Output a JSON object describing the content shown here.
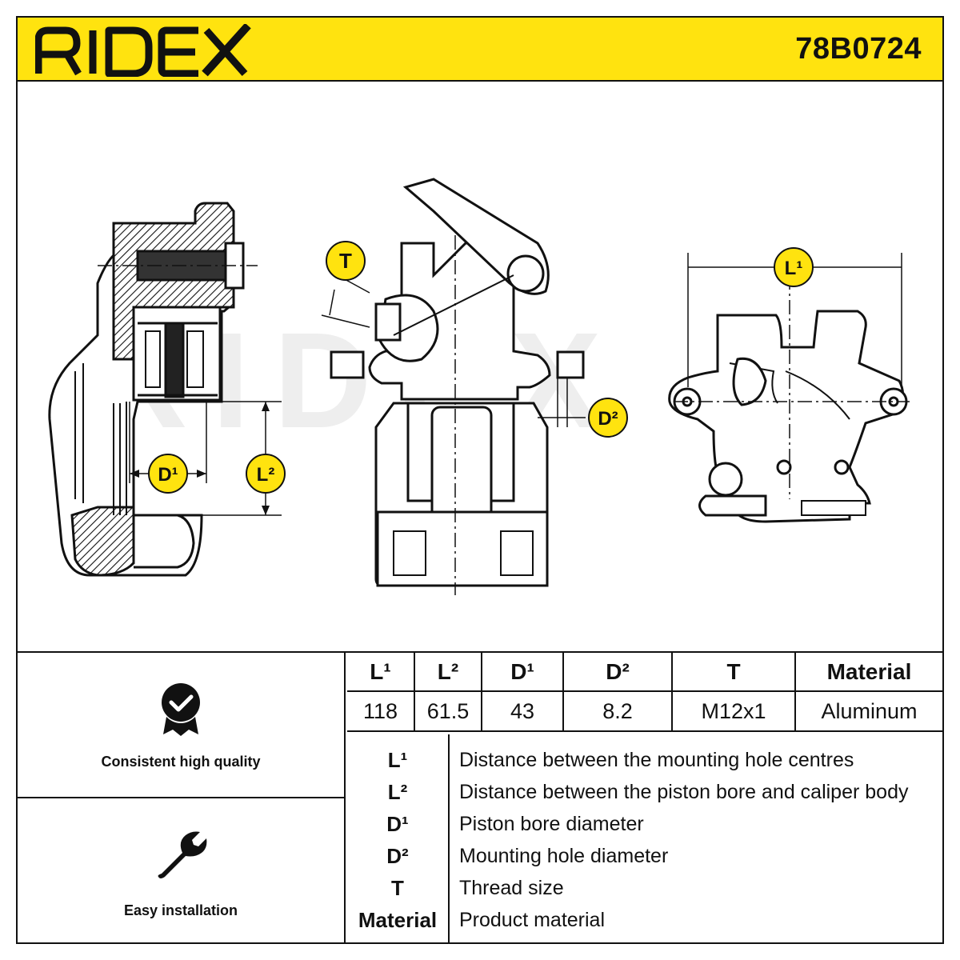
{
  "header": {
    "brand": "RIDEX",
    "part_number": "78B0724",
    "colors": {
      "accent": "#ffe30f",
      "ink": "#111111"
    }
  },
  "drawing": {
    "watermark": "RIDEX",
    "callouts": {
      "T": "T",
      "L1": "L¹",
      "L2": "L²",
      "D1": "D¹",
      "D2": "D²"
    }
  },
  "features": [
    {
      "icon": "quality-badge-icon",
      "label": "Consistent high quality"
    },
    {
      "icon": "wrench-icon",
      "label": "Easy installation"
    }
  ],
  "spec_table": {
    "headers": [
      "L¹",
      "L²",
      "D¹",
      "D²",
      "T",
      "Material"
    ],
    "values": [
      "118",
      "61.5",
      "43",
      "8.2",
      "M12x1",
      "Aluminum"
    ]
  },
  "legend": [
    {
      "key": "L¹",
      "desc": "Distance between the mounting hole centres"
    },
    {
      "key": "L²",
      "desc": "Distance between the piston bore and caliper body"
    },
    {
      "key": "D¹",
      "desc": "Piston bore diameter"
    },
    {
      "key": "D²",
      "desc": "Mounting hole diameter"
    },
    {
      "key": "T",
      "desc": "Thread size"
    },
    {
      "key": "Material",
      "desc": "Product material"
    }
  ]
}
